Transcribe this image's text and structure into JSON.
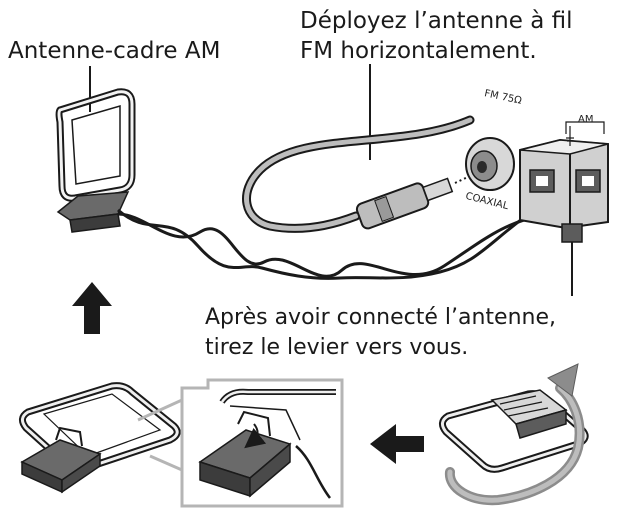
{
  "labels": {
    "am_loop": "Antenne-cadre AM",
    "fm_wire_line1": "Déployez l’antenne à fil",
    "fm_wire_line2": "FM horizontalement.",
    "after_line1": "Après avoir connecté l’antenne,",
    "after_line2": "tirez le levier vers vous.",
    "fm_terminal": "FM 75Ω",
    "am_terminal": "AM",
    "coaxial": "COAXIAL"
  },
  "icons": {
    "up_arrow": "arrow-up-icon",
    "left_arrow": "arrow-left-icon",
    "rotate_arrow": "rotate-arrow-icon"
  },
  "colors": {
    "ink": "#1a1a1a",
    "fill_light": "#ededed",
    "fill_mid": "#bdbdbd",
    "fill_dark": "#5c5c5c",
    "frame": "#b5b5b5"
  }
}
